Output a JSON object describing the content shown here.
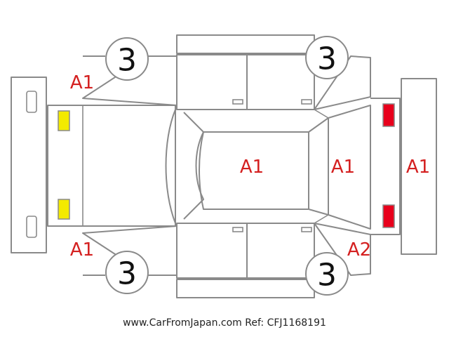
{
  "colors": {
    "outline": "#8a8a8a",
    "mark_text": "#d42020",
    "front_lamp": "#f3ea00",
    "rear_lamp": "#e8001c"
  },
  "wheels": {
    "front_left": "3",
    "rear_left": "3",
    "front_right": "3",
    "rear_right": "3"
  },
  "marks": {
    "front_left_corner": "A1",
    "front_right_corner": "A1",
    "roof": "A1",
    "rear_window": "A1",
    "rear_bumper": "A1",
    "rear_right_corner": "A2"
  },
  "footer": "www.CarFromJapan.com Ref: CFJ1168191"
}
